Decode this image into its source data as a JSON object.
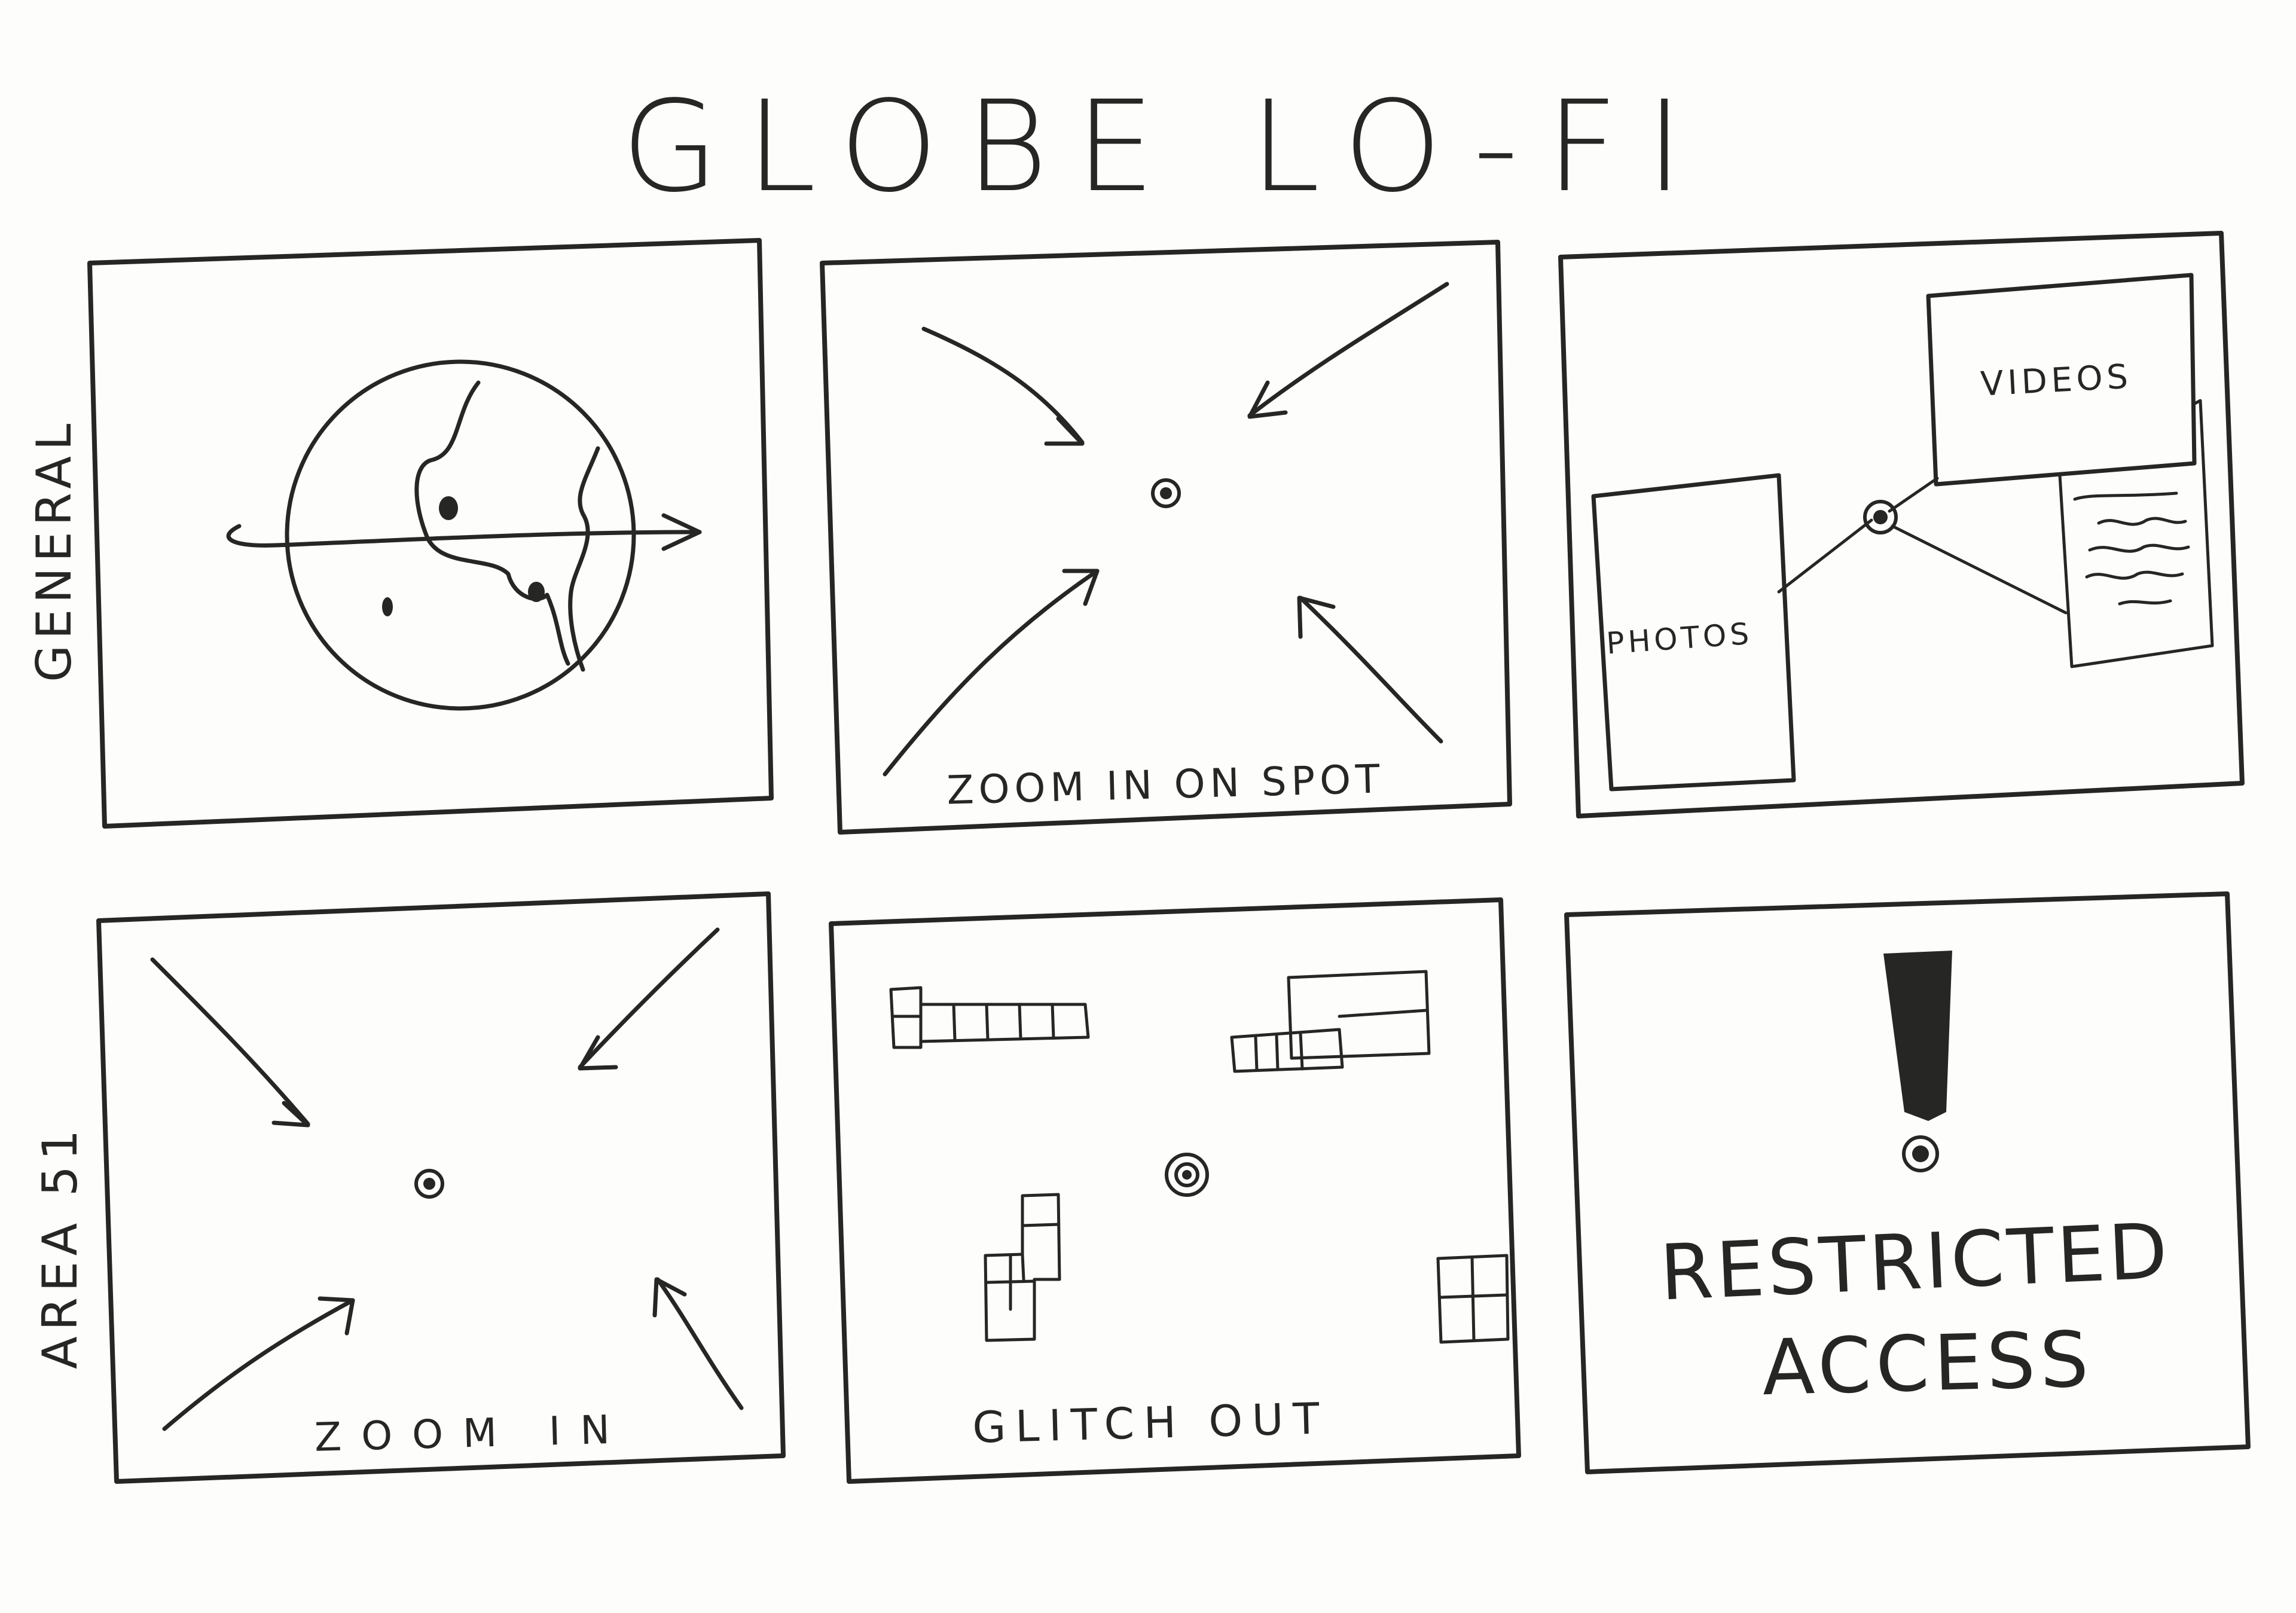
{
  "title": "GLOBE LO-FI",
  "rows": [
    {
      "label": "GENERAL"
    },
    {
      "label": "AREA 51"
    }
  ],
  "panels": {
    "general_globe": {},
    "zoom_spot": {
      "caption": "ZOOM IN ON SPOT"
    },
    "media": {
      "videos_label": "VIDEOS",
      "photos_label": "PHOTOS"
    },
    "area51_zoom": {
      "caption": "ZOOM IN"
    },
    "glitch": {
      "caption": "GLITCH OUT"
    },
    "restricted": {
      "line1": "RESTRICTED",
      "line2": "ACCESS"
    }
  }
}
